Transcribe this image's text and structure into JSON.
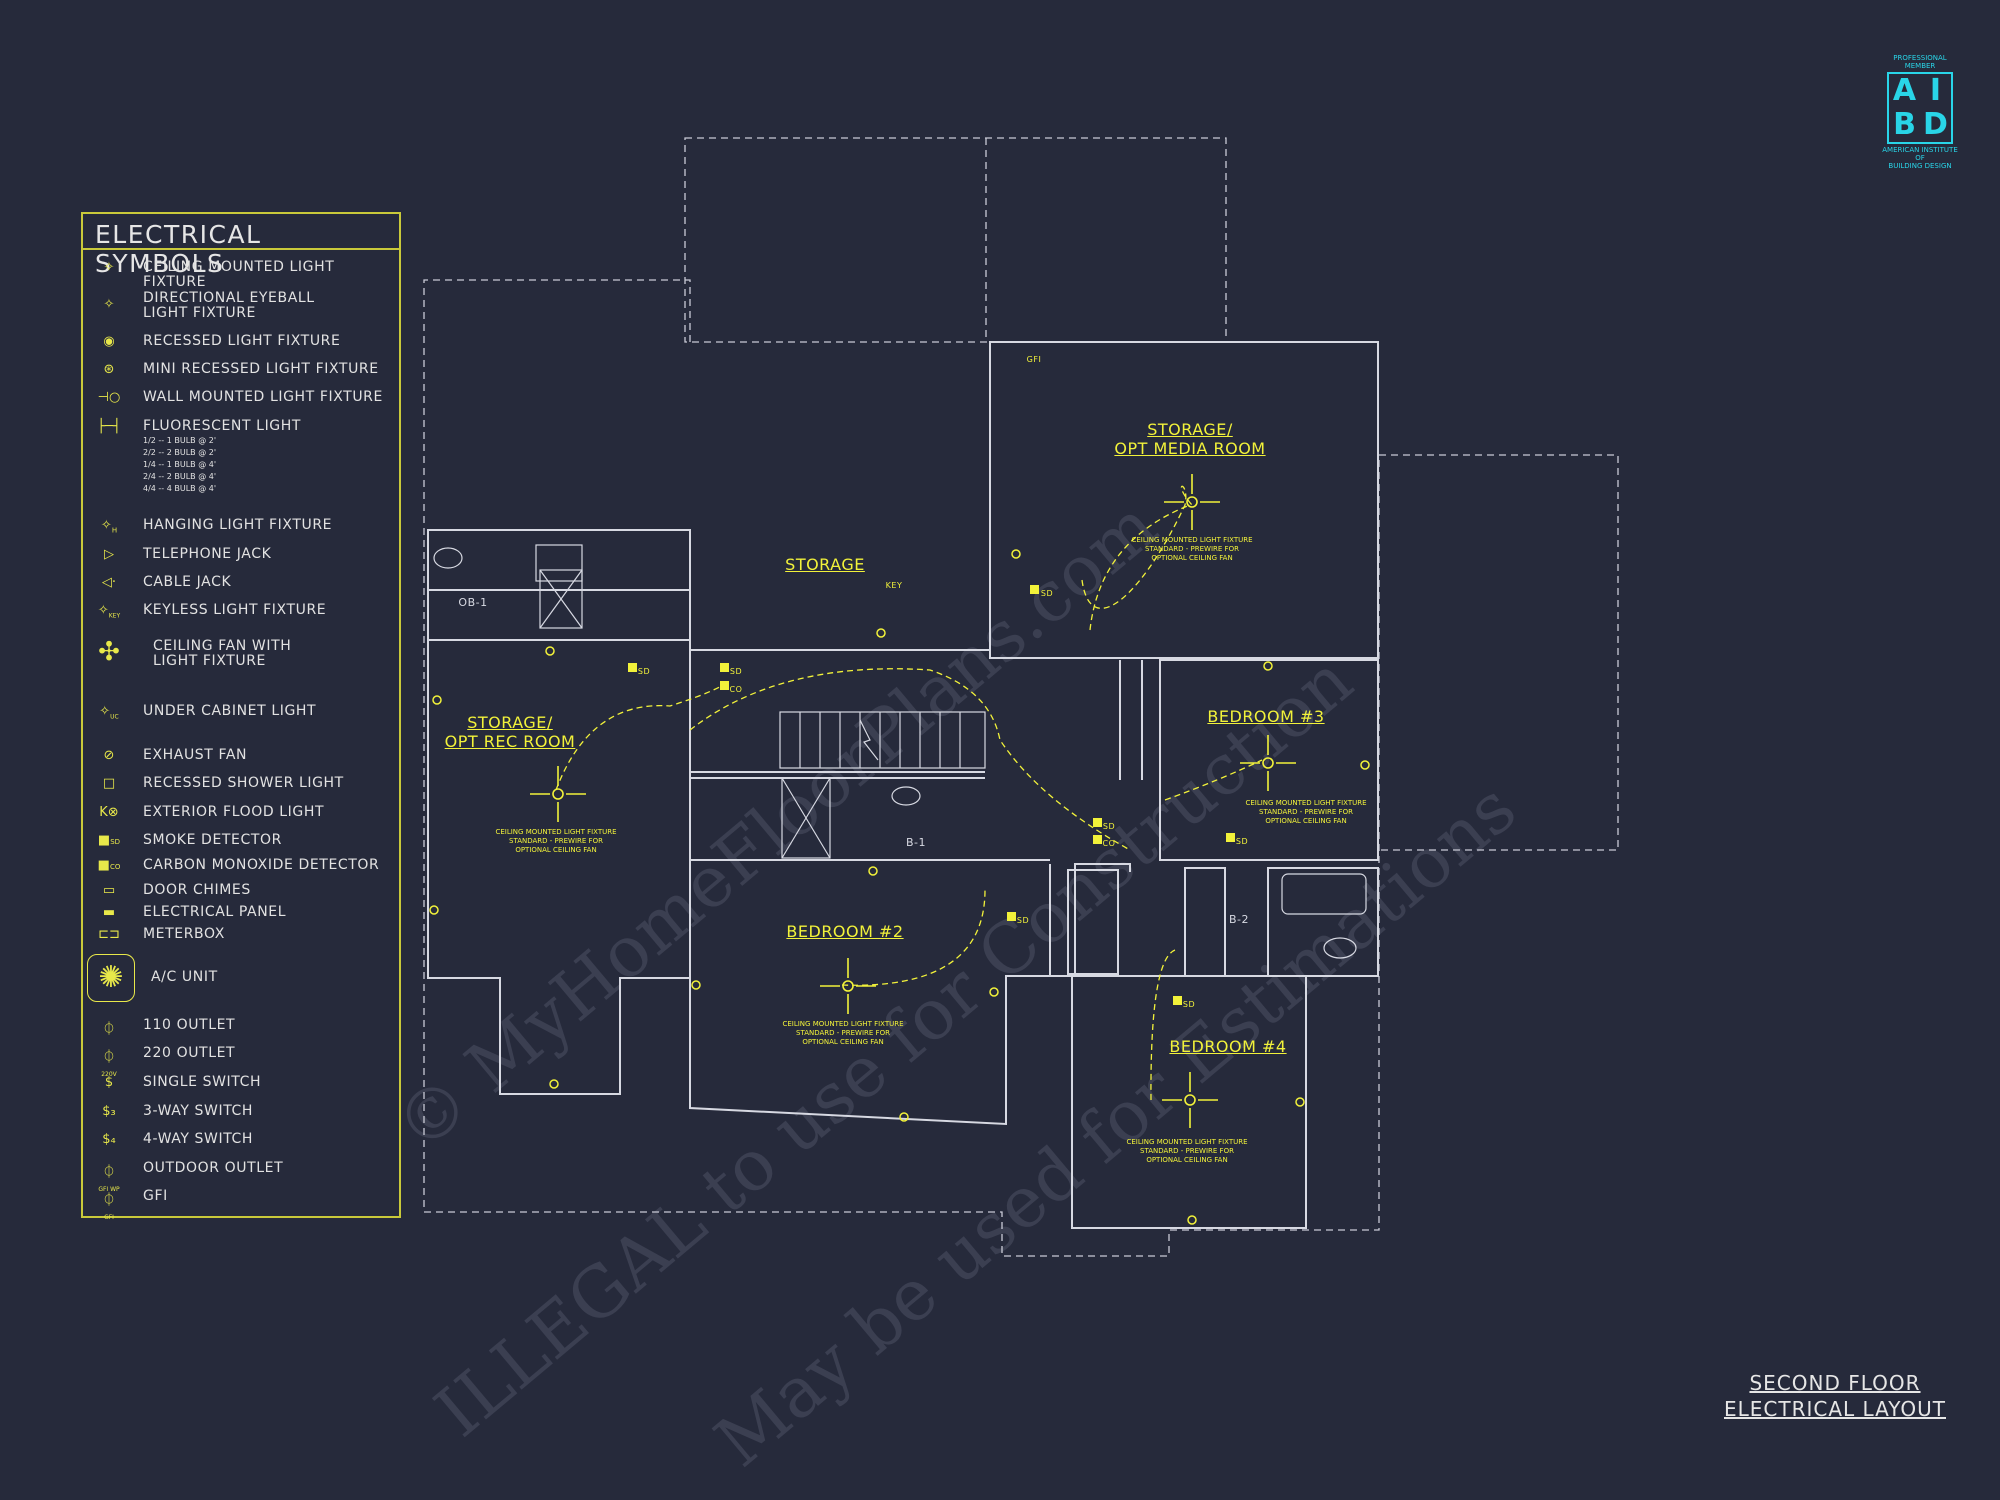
{
  "legend": {
    "title": "ELECTRICAL SYMBOLS",
    "items": [
      {
        "label": "CEILING MOUNTED LIGHT FIXTURE",
        "icon": "ceiling-light-icon"
      },
      {
        "label": "DIRECTIONAL EYEBALL\nLIGHT FIXTURE",
        "icon": "eyeball-light-icon"
      },
      {
        "label": "RECESSED LIGHT FIXTURE",
        "icon": "recessed-light-icon"
      },
      {
        "label": "MINI RECESSED LIGHT FIXTURE",
        "icon": "mini-recessed-light-icon"
      },
      {
        "label": "WALL MOUNTED LIGHT FIXTURE",
        "icon": "wall-light-icon"
      },
      {
        "label": "FLUORESCENT LIGHT",
        "icon": "fluorescent-light-icon",
        "sub": [
          "1/2 -- 1 BULB @ 2'",
          "2/2 -- 2 BULB @ 2'",
          "1/4 -- 1 BULB @ 4'",
          "2/4 -- 2 BULB @ 4'",
          "4/4 -- 4 BULB @ 4'"
        ]
      },
      {
        "label": "HANGING LIGHT FIXTURE",
        "icon": "hanging-light-icon"
      },
      {
        "label": "TELEPHONE JACK",
        "icon": "telephone-jack-icon"
      },
      {
        "label": "CABLE JACK",
        "icon": "cable-jack-icon"
      },
      {
        "label": "KEYLESS LIGHT FIXTURE",
        "icon": "keyless-light-icon"
      },
      {
        "label": "CEILING FAN WITH\nLIGHT FIXTURE",
        "icon": "ceiling-fan-icon"
      },
      {
        "label": "UNDER CABINET LIGHT",
        "icon": "under-cabinet-light-icon"
      },
      {
        "label": "EXHAUST FAN",
        "icon": "exhaust-fan-icon"
      },
      {
        "label": "RECESSED SHOWER LIGHT",
        "icon": "shower-light-icon"
      },
      {
        "label": "EXTERIOR FLOOD LIGHT",
        "icon": "flood-light-icon"
      },
      {
        "label": "SMOKE DETECTOR",
        "icon": "smoke-detector-icon"
      },
      {
        "label": "CARBON MONOXIDE DETECTOR",
        "icon": "co-detector-icon"
      },
      {
        "label": "DOOR CHIMES",
        "icon": "door-chimes-icon"
      },
      {
        "label": "ELECTRICAL PANEL",
        "icon": "electrical-panel-icon"
      },
      {
        "label": "METERBOX",
        "icon": "meterbox-icon"
      },
      {
        "label": "A/C UNIT",
        "icon": "ac-unit-icon"
      },
      {
        "label": "110 OUTLET",
        "icon": "outlet-110-icon"
      },
      {
        "label": "220 OUTLET",
        "icon": "outlet-220-icon"
      },
      {
        "label": "SINGLE SWITCH",
        "icon": "single-switch-icon"
      },
      {
        "label": "3-WAY SWITCH",
        "icon": "three-way-switch-icon"
      },
      {
        "label": "4-WAY SWITCH",
        "icon": "four-way-switch-icon"
      },
      {
        "label": "OUTDOOR OUTLET",
        "icon": "outdoor-outlet-icon"
      },
      {
        "label": "GFI",
        "icon": "gfi-outlet-icon"
      }
    ],
    "symbol_text": {
      "sd": "SD",
      "co": "CO",
      "uc": "UC",
      "key": "KEY",
      "h": "H",
      "v220": "220V",
      "gfi_wp": "GFI WP",
      "gfi": "GFI"
    }
  },
  "rooms": {
    "storage": "STORAGE",
    "storage_media": [
      "STORAGE/",
      "OPT MEDIA ROOM"
    ],
    "storage_rec": [
      "STORAGE/",
      "OPT REC ROOM"
    ],
    "bedroom2": "BEDROOM #2",
    "bedroom3": "BEDROOM #3",
    "bedroom4": "BEDROOM #4"
  },
  "fixture_labels": {
    "ob1": "OB-1",
    "b1": "B-1",
    "b2": "B-2",
    "key": "KEY",
    "sd": "SD",
    "co": "CO",
    "gfi": "GFI"
  },
  "fan_note": [
    "CEILING MOUNTED LIGHT FIXTURE",
    "STANDARD - PREWIRE FOR",
    "OPTIONAL CEILING FAN"
  ],
  "title": [
    "SECOND FLOOR",
    "ELECTRICAL LAYOUT"
  ],
  "aibd": {
    "top": [
      "PROFESSIONAL",
      "MEMBER"
    ],
    "letters": [
      "A",
      "I",
      "B",
      "D"
    ],
    "bottom": [
      "AMERICAN INSTITUTE",
      "OF",
      "BUILDING DESIGN"
    ]
  },
  "watermarks": [
    "© MyHomeFloorPlans.com",
    "ILLEGAL to use for Construction",
    "May be used for Estimations"
  ],
  "colors": {
    "background": "#262a3b",
    "wall": "#d7d9e2",
    "symbol": "#f2f23a",
    "legend_border": "#c9c93a",
    "brand": "#29d5e8"
  }
}
